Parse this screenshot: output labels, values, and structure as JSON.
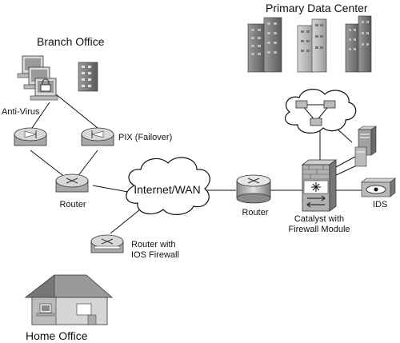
{
  "diagram": {
    "labels": {
      "branch_office": "Branch Office",
      "primary_data_center": "Primary Data Center",
      "anti_virus": "Anti-Virus",
      "pix_failover": "PIX (Failover)",
      "router_branch": "Router",
      "internet_wan": "Internet/WAN",
      "router_dc": "Router",
      "catalyst_line1": "Catalyst with",
      "catalyst_line2": "Firewall Module",
      "ids": "IDS",
      "router_ios_line1": "Router with",
      "router_ios_line2": "IOS Firewall",
      "home_office": "Home Office"
    },
    "colors": {
      "line": "#111111",
      "device_fill": "#c8c8c8",
      "device_dark": "#7a7a7a",
      "building_dark": "#555555",
      "cloud_fill": "#ffffff"
    }
  }
}
